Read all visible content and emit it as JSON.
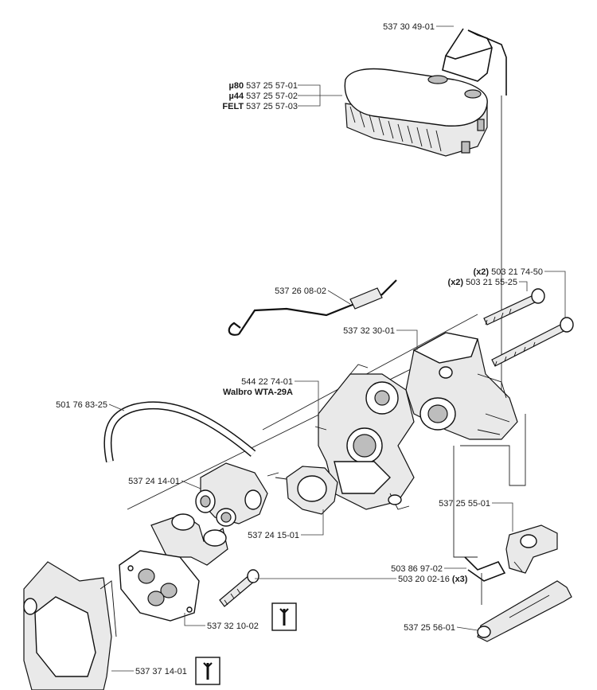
{
  "labels": {
    "wire_clip": "537 30 49-01",
    "air_filter": [
      {
        "tag": "µ80",
        "part": "537 25 57-01"
      },
      {
        "tag": "µ44",
        "part": "537 25 57-02"
      },
      {
        "tag": "FELT",
        "part": "537 25 57-03"
      }
    ],
    "screw_long": {
      "qty": "(x2)",
      "part": "503 21 74-50"
    },
    "screw_short": {
      "qty": "(x2)",
      "part": "503 21 55-25"
    },
    "choke_rod": "537 26 08-02",
    "filter_holder": "537 32 30-01",
    "carburetor": "544 22 74-01",
    "carburetor_model": "Walbro WTA-29A",
    "fuel_hose": "501 76 83-25",
    "intake_elbow": "537 24 14-01",
    "gasket": "537 24 15-01",
    "screw_x3": {
      "part": "503 20 02-16",
      "qty": "(x3)"
    },
    "intake_manifold": "537 32 10-02",
    "cylinder_cover": "537 37 14-01",
    "lever": "537 25 55-01",
    "spring_clip": "503 86 97-02",
    "throttle_rod": "537 25 56-01"
  }
}
